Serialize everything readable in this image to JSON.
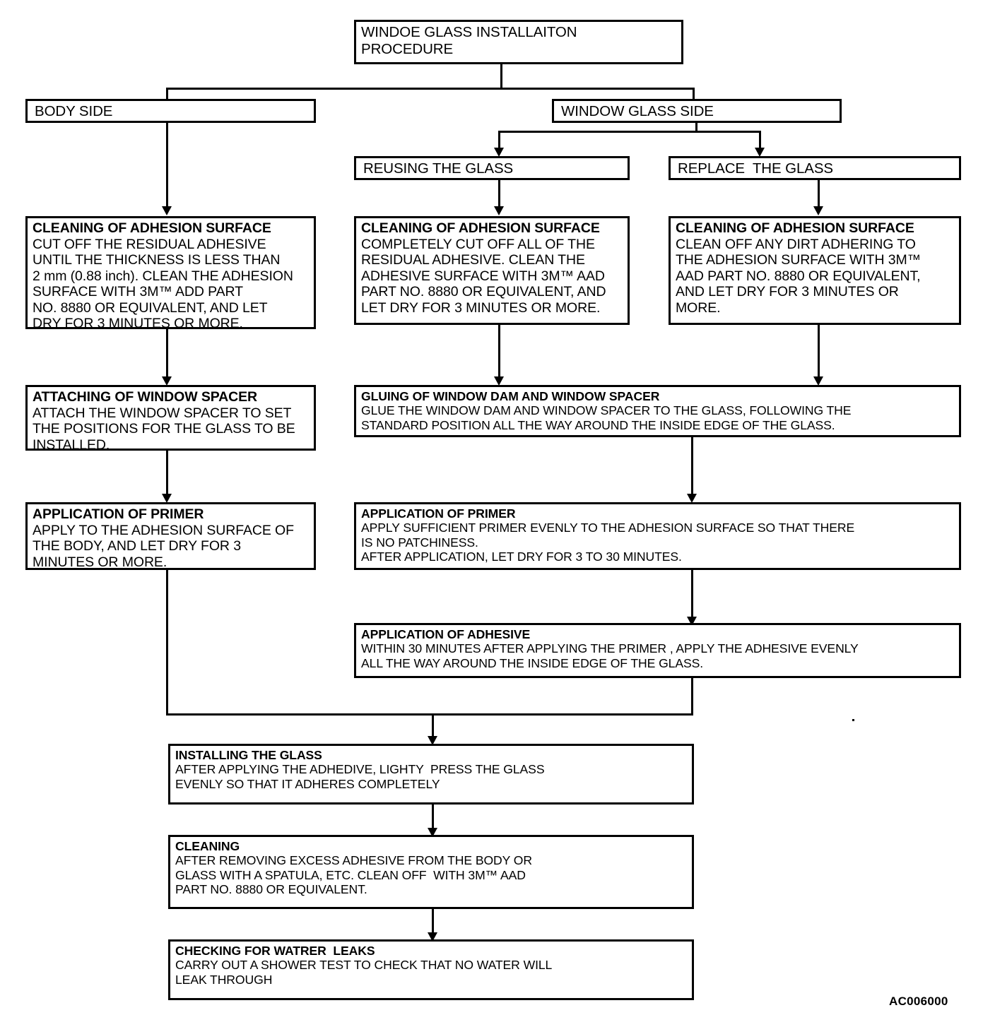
{
  "diagram": {
    "title_box": {
      "text": "WINDOE GLASS INSTALLAITON\nPROCEDURE"
    },
    "branches": {
      "body_side": "BODY SIDE",
      "window_glass_side": "WINDOW GLASS SIDE",
      "reusing_the_glass": "REUSING THE GLASS",
      "replace_the_glass": "REPLACE  THE GLASS"
    },
    "steps": {
      "body_cleaning": {
        "heading": "CLEANING OF ADHESION SURFACE",
        "body": "CUT OFF THE RESIDUAL ADHESIVE\nUNTIL THE THICKNESS IS LESS THAN\n2 mm (0.88 inch). CLEAN THE ADHESION\nSURFACE WITH 3M™ ADD PART\nNO. 8880 OR EQUIVALENT, AND LET\nDRY FOR 3 MINUTES OR MORE."
      },
      "reuse_cleaning": {
        "heading": "CLEANING OF ADHESION SURFACE",
        "body": "COMPLETELY CUT OFF ALL OF THE\nRESIDUAL ADHESIVE. CLEAN THE\nADHESIVE SURFACE WITH 3M™ AAD\nPART NO. 8880 OR EQUIVALENT, AND\nLET DRY FOR 3 MINUTES OR MORE."
      },
      "replace_cleaning": {
        "heading": "CLEANING OF ADHESION SURFACE",
        "body": "CLEAN OFF ANY DIRT ADHERING TO\nTHE ADHESION SURFACE WITH 3M™\nAAD PART NO. 8880 OR EQUIVALENT,\nAND LET DRY FOR 3 MINUTES OR\nMORE."
      },
      "attaching_spacer": {
        "heading": "ATTACHING OF WINDOW SPACER",
        "body": "ATTACH THE WINDOW SPACER TO SET\nTHE POSITIONS FOR THE GLASS TO BE\nINSTALLED."
      },
      "gluing_dam_spacer": {
        "heading": "GLUING OF WINDOW DAM AND WINDOW SPACER",
        "body": "GLUE THE WINDOW DAM AND WINDOW SPACER TO THE GLASS, FOLLOWING THE\nSTANDARD POSITION ALL THE WAY AROUND THE INSIDE EDGE OF THE GLASS."
      },
      "primer_body": {
        "heading": "APPLICATION OF PRIMER",
        "body": "APPLY TO THE ADHESION SURFACE OF\nTHE BODY, AND LET DRY FOR 3\nMINUTES OR MORE."
      },
      "primer_glass": {
        "heading": "APPLICATION OF PRIMER",
        "body": "APPLY SUFFICIENT PRIMER EVENLY TO THE ADHESION SURFACE SO THAT THERE\nIS NO PATCHINESS.\nAFTER APPLICATION, LET DRY FOR 3 TO 30 MINUTES."
      },
      "adhesive": {
        "heading": "APPLICATION OF ADHESIVE",
        "body": "WITHIN 30 MINUTES AFTER APPLYING THE PRIMER , APPLY THE ADHESIVE EVENLY\nALL THE WAY AROUND THE INSIDE EDGE OF THE GLASS."
      },
      "installing": {
        "heading": "INSTALLING THE GLASS",
        "body": "AFTER APPLYING THE ADHEDIVE, LIGHTY  PRESS THE GLASS\nEVENLY SO THAT IT ADHERES COMPLETELY"
      },
      "cleaning": {
        "heading": "CLEANING",
        "body": "AFTER REMOVING EXCESS ADHESIVE FROM THE BODY OR\nGLASS WITH A SPATULA, ETC. CLEAN OFF  WITH 3M™ AAD\nPART NO. 8880 OR EQUIVALENT."
      },
      "water_leak_check": {
        "heading": "CHECKING FOR WATRER  LEAKS",
        "body": "CARRY OUT A SHOWER TEST TO CHECK THAT NO WATER WILL\nLEAK THROUGH"
      }
    },
    "footer_code": "AC006000",
    "colors": {
      "line": "#000000",
      "background": "#ffffff"
    }
  }
}
